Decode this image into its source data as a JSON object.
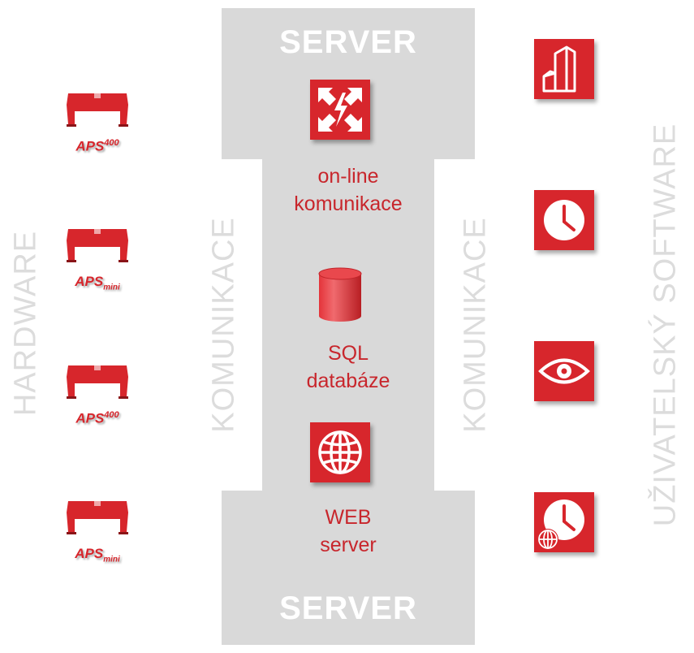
{
  "server": {
    "top_title": "SERVER",
    "bottom_title": "SERVER",
    "online_line1": "on-line",
    "online_line2": "komunikace",
    "sql_line1": "SQL",
    "sql_line2": "databáze",
    "web_line1": "WEB",
    "web_line2": "server"
  },
  "side_labels": {
    "hardware": "HARDWARE",
    "komunikace_left": "KOMUNIKACE",
    "komunikace_right": "KOMUNIKACE",
    "software": "UŽIVATELSKÝ SOFTWARE"
  },
  "devices": [
    {
      "brand": "APS",
      "model": "400"
    },
    {
      "brand": "APS",
      "model": "mini"
    },
    {
      "brand": "APS",
      "model": "400"
    },
    {
      "brand": "APS",
      "model": "mini"
    }
  ],
  "software_icons": [
    "building-icon",
    "clock-icon",
    "eye-icon",
    "web-clock-icon"
  ],
  "colors": {
    "accent_red": "#d7262c",
    "server_gray": "#d9d9d9",
    "side_text_gray": "#dcdcdc",
    "label_red": "#c8262c"
  }
}
